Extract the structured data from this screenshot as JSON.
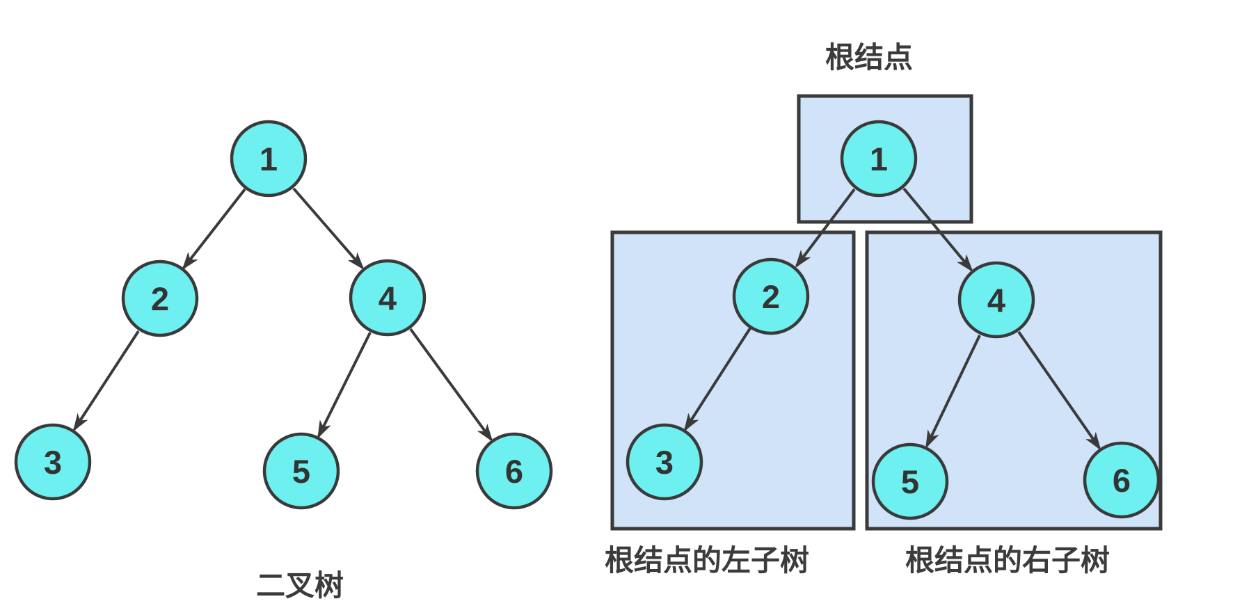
{
  "diagram": {
    "title": "binary-tree-structure-diagram",
    "background": "#ffffff"
  },
  "left_tree": {
    "caption": "二叉树",
    "node_values": [
      "1",
      "2",
      "3",
      "4",
      "5",
      "6"
    ],
    "edges": [
      [
        "1",
        "2"
      ],
      [
        "1",
        "4"
      ],
      [
        "2",
        "3"
      ],
      [
        "4",
        "5"
      ],
      [
        "4",
        "6"
      ]
    ]
  },
  "right_tree": {
    "root_label": "根结点",
    "left_subtree_label": "根结点的左子树",
    "right_subtree_label": "根结点的右子树",
    "node_values": [
      "1",
      "2",
      "3",
      "4",
      "5",
      "6"
    ],
    "edges": [
      [
        "1",
        "2"
      ],
      [
        "1",
        "4"
      ],
      [
        "2",
        "3"
      ],
      [
        "4",
        "5"
      ],
      [
        "4",
        "6"
      ]
    ]
  },
  "colors": {
    "node_fill": "#6ef0f0",
    "node_stroke": "#3a3a3a",
    "box_fill": "#d0e3f8",
    "box_stroke": "#3a3a3a",
    "arrow": "#3a3a3a",
    "label_text": "#3b3b3b",
    "number_text": "#333333"
  }
}
